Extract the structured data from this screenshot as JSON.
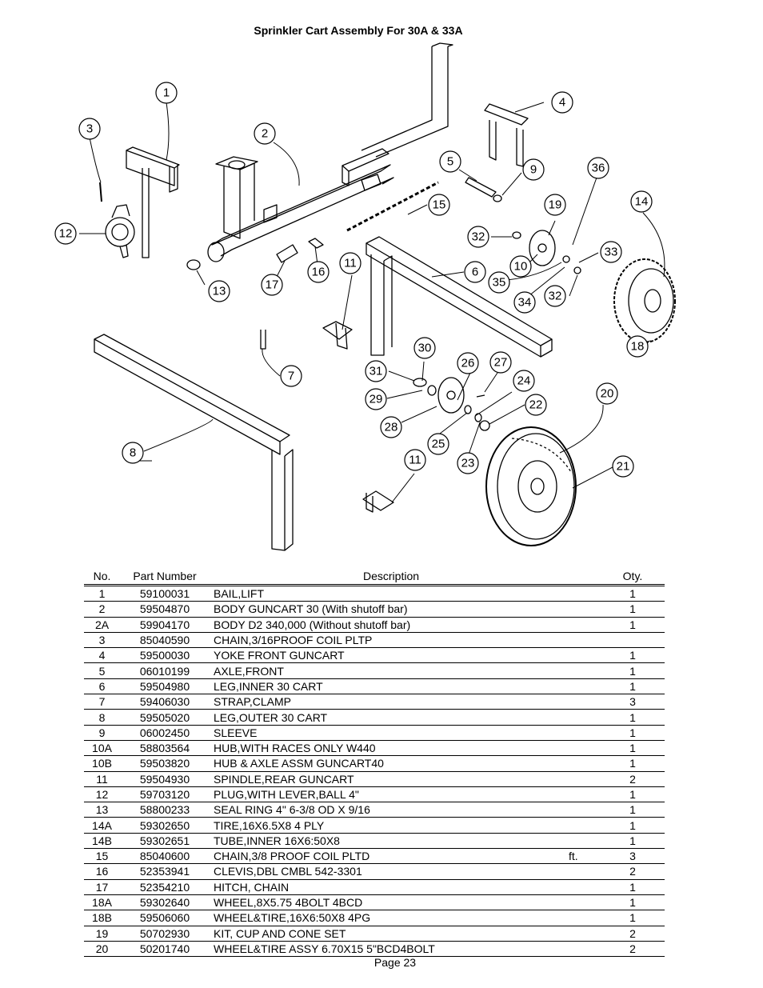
{
  "title": "Sprinkler Cart Assembly For 30A & 33A",
  "callouts": [
    "1",
    "2",
    "3",
    "4",
    "5",
    "6",
    "7",
    "8",
    "9",
    "10",
    "11",
    "11",
    "12",
    "13",
    "14",
    "15",
    "16",
    "17",
    "18",
    "19",
    "20",
    "21",
    "22",
    "23",
    "24",
    "25",
    "26",
    "27",
    "28",
    "29",
    "30",
    "31",
    "32",
    "32",
    "33",
    "34",
    "35",
    "36"
  ],
  "table": {
    "headers": {
      "no": "No.",
      "part": "Part Number",
      "desc": "Description",
      "qty": "Oty."
    },
    "rows": [
      {
        "no": "1",
        "part": "59100031",
        "desc": "BAIL,LIFT",
        "unit": "",
        "qty": "1"
      },
      {
        "no": "2",
        "part": "59504870",
        "desc": "BODY GUNCART 30 (With shutoff bar)",
        "unit": "",
        "qty": "1"
      },
      {
        "no": "2A",
        "part": "59904170",
        "desc": "BODY D2 340,000 (Without shutoff bar)",
        "unit": "",
        "qty": "1"
      },
      {
        "no": "3",
        "part": "85040590",
        "desc": "CHAIN,3/16PROOF COIL PLTP",
        "unit": "",
        "qty": ""
      },
      {
        "no": "4",
        "part": "59500030",
        "desc": "YOKE FRONT GUNCART",
        "unit": "",
        "qty": "1"
      },
      {
        "no": "5",
        "part": "06010199",
        "desc": "AXLE,FRONT",
        "unit": "",
        "qty": "1"
      },
      {
        "no": "6",
        "part": "59504980",
        "desc": "LEG,INNER 30 CART",
        "unit": "",
        "qty": "1"
      },
      {
        "no": "7",
        "part": "59406030",
        "desc": "STRAP,CLAMP",
        "unit": "",
        "qty": "3"
      },
      {
        "no": "8",
        "part": "59505020",
        "desc": "LEG,OUTER 30 CART",
        "unit": "",
        "qty": "1"
      },
      {
        "no": "9",
        "part": "06002450",
        "desc": "SLEEVE",
        "unit": "",
        "qty": "1"
      },
      {
        "no": "10A",
        "part": "58803564",
        "desc": "HUB,WITH RACES ONLY W440",
        "unit": "",
        "qty": "1"
      },
      {
        "no": "10B",
        "part": "59503820",
        "desc": "HUB & AXLE ASSM GUNCART40",
        "unit": "",
        "qty": "1"
      },
      {
        "no": "11",
        "part": "59504930",
        "desc": "SPINDLE,REAR GUNCART",
        "unit": "",
        "qty": "2"
      },
      {
        "no": "12",
        "part": "59703120",
        "desc": "PLUG,WITH LEVER,BALL 4\"",
        "unit": "",
        "qty": "1"
      },
      {
        "no": "13",
        "part": "58800233",
        "desc": "SEAL RING 4\"  6-3/8 OD X 9/16",
        "unit": "",
        "qty": "1"
      },
      {
        "no": "14A",
        "part": "59302650",
        "desc": "TIRE,16X6.5X8 4 PLY",
        "unit": "",
        "qty": "1"
      },
      {
        "no": "14B",
        "part": "59302651",
        "desc": "TUBE,INNER 16X6:50X8",
        "unit": "",
        "qty": "1"
      },
      {
        "no": "15",
        "part": "85040600",
        "desc": "CHAIN,3/8 PROOF COIL PLTD",
        "unit": "ft.",
        "qty": "3"
      },
      {
        "no": "16",
        "part": "52353941",
        "desc": "CLEVIS,DBL CMBL 542-3301",
        "unit": "",
        "qty": "2"
      },
      {
        "no": "17",
        "part": "52354210",
        "desc": "HITCH, CHAIN",
        "unit": "",
        "qty": "1"
      },
      {
        "no": "18A",
        "part": "59302640",
        "desc": "WHEEL,8X5.75 4BOLT 4BCD",
        "unit": "",
        "qty": "1"
      },
      {
        "no": "18B",
        "part": "59506060",
        "desc": "WHEEL&TIRE,16X6:50X8 4PG",
        "unit": "",
        "qty": "1"
      },
      {
        "no": "19",
        "part": "50702930",
        "desc": "KIT, CUP AND CONE SET",
        "unit": "",
        "qty": "2"
      },
      {
        "no": "20",
        "part": "50201740",
        "desc": "WHEEL&TIRE ASSY 6.70X15 5\"BCD4BOLT",
        "unit": "",
        "qty": "2"
      }
    ]
  },
  "page": "Page 23"
}
